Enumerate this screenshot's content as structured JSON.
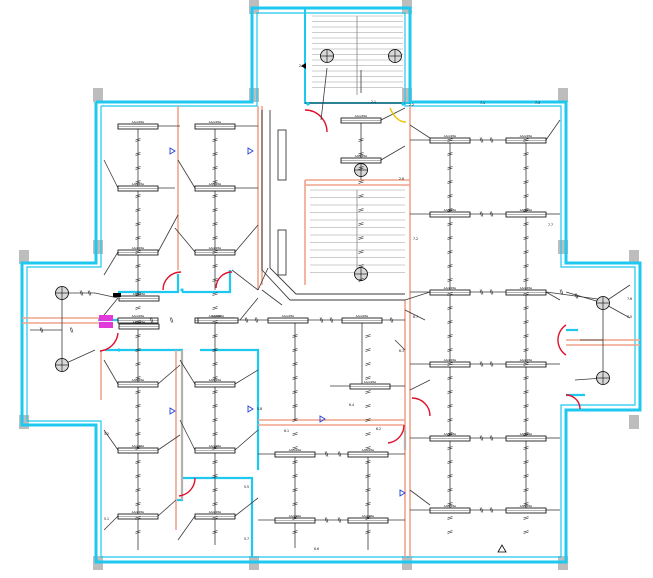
{
  "colors": {
    "outer_wall": "#1ec8ee",
    "room_wall": "#f0a48c",
    "inner_line": "#3a3a3a",
    "column": "#bdbdbd",
    "door_arc": "#e0102a",
    "accent_blue": "#1f3fd8",
    "accent_yellow": "#f2c200",
    "accent_magenta": "#e23ad8"
  },
  "texts": {
    "t1": "2.3",
    "t2": "2.1",
    "t3": "2.6",
    "t4": "7.1",
    "t5": "7.3",
    "t6": "2.2",
    "t7": "7.2",
    "t8": "5.8",
    "t9": "6.4",
    "t10": "6.3",
    "t11": "5.2",
    "t12": "5.1",
    "t13": "6.1",
    "t14": "6.6",
    "t15": "5.5",
    "t16": "5.7",
    "t17": "6.2",
    "t18": "6.7",
    "t19": "7.7",
    "t20": "7.6",
    "t21": "7.5"
  },
  "icons": [
    "ceiling-light-icon",
    "fan-icon",
    "triangle-marker-icon"
  ],
  "fixture_label": "AA/a/28w"
}
